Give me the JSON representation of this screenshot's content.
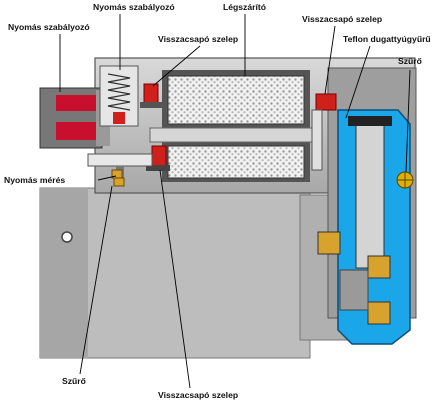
{
  "labels": {
    "pressure_regulator_top": "Nyomás szabályozó",
    "pressure_regulator_left": "Nyomás szabályozó",
    "air_dryer": "Légszárító",
    "check_valve_right": "Visszacsapó szelep",
    "check_valve_mid": "Visszacsapó szelep",
    "teflon_ring": "Teflon dugattyúgyűrű",
    "filter_right": "Szűrő",
    "pressure_measurement": "Nyomás mérés",
    "filter_bottom": "Szűrő",
    "check_valve_bottom": "Visszacsapó szelep"
  },
  "colors": {
    "housing": "#c8c8c8",
    "housing_dark": "#8a8a8a",
    "water_blue": "#1aa6e8",
    "valve_red": "#d0201c",
    "coil_red": "#c8102e",
    "leader": "#000000"
  }
}
